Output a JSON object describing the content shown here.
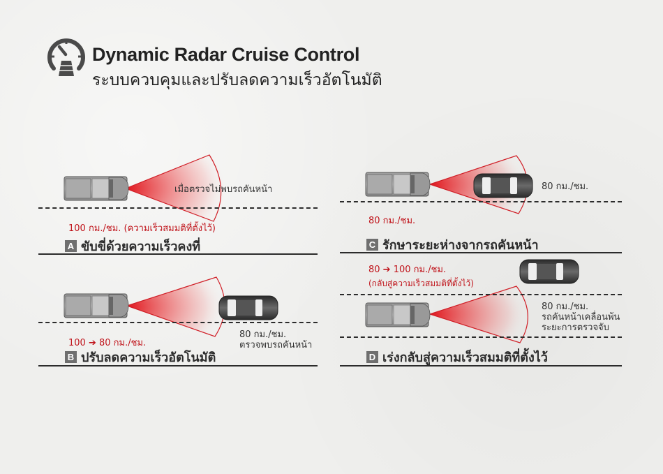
{
  "header": {
    "title_en": "Dynamic Radar Cruise Control",
    "title_th": "ระบบควบคุมและปรับลดความเร็วอัตโนมัติ",
    "logo_icon": "speedometer-road-icon"
  },
  "colors": {
    "accent_red": "#c0141b",
    "text_dark": "#2b2b2b",
    "badge_gray": "#6f6f6f",
    "background": "#efefed"
  },
  "panels": [
    {
      "id": "A",
      "badge": "A",
      "title": "ขับขี่ด้วยความเร็วคงที่",
      "own_speed": "100 กม./ชม. (ความเร็วสมมติที่ตั้งไว้)",
      "radar_note": "เมื่อตรวจไม่พบรถคันหน้า"
    },
    {
      "id": "B",
      "badge": "B",
      "title": "ปรับลดความเร็วอัตโนมัติ",
      "own_speed": "100 ➔ 80 กม./ชม.",
      "front_car_speed": "80 กม./ชม.",
      "front_car_note": "ตรวจพบรถคันหน้า"
    },
    {
      "id": "C",
      "badge": "C",
      "title": "รักษาระยะห่างจากรถคันหน้า",
      "own_speed": "80 กม./ชม.",
      "front_car_speed": "80 กม./ชม."
    },
    {
      "id": "D",
      "badge": "D",
      "title": "เร่งกลับสู่ความเร็วสมมติที่ตั้งไว้",
      "own_speed": "80 ➔  100 กม./ชม.",
      "own_speed_note": "(กลับสู่ความเร็วสมมติที่ตั้งไว้)",
      "front_car_speed": "80 กม./ชม.",
      "front_car_note_1": "รถคันหน้าเคลื่อนพ้น",
      "front_car_note_2": "ระยะการตรวจจับ"
    }
  ]
}
